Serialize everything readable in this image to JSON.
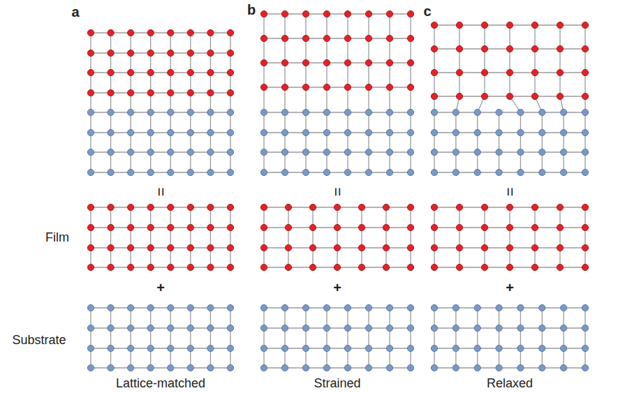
{
  "diagram": {
    "labels": [
      "a",
      "b",
      "c",
      "=",
      "=",
      "=",
      "Film",
      "+",
      "+",
      "+",
      "Substrate",
      "Lattice-matched",
      "Strained",
      "Relaxed"
    ]
  }
}
